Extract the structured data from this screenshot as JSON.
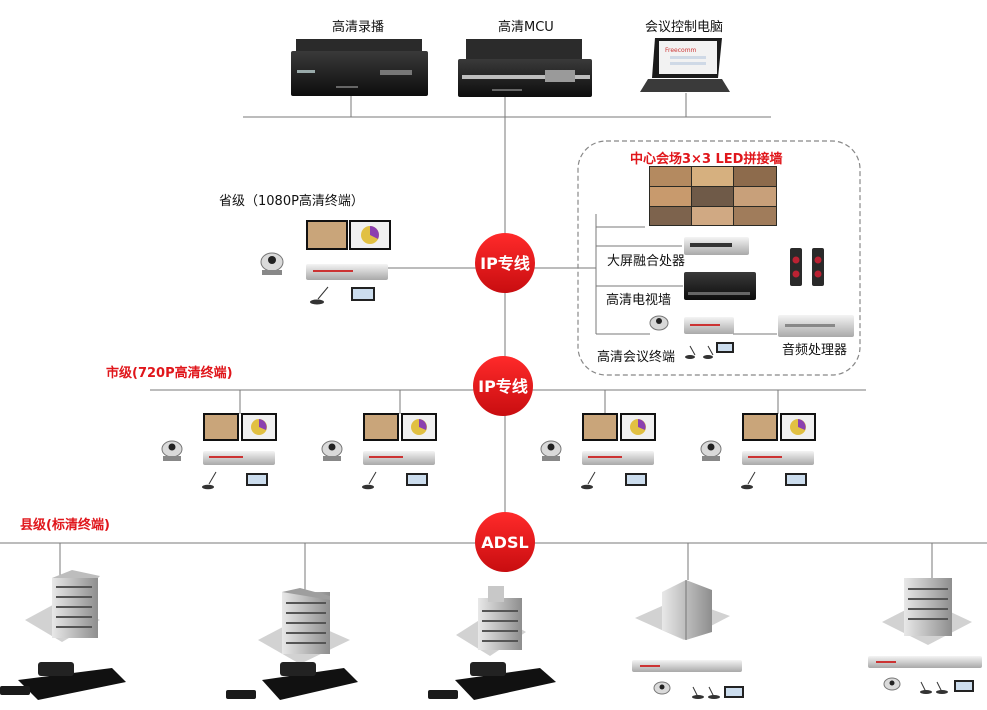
{
  "top": {
    "recorder": "高清录播",
    "mcu": "高清MCU",
    "pc": "会议控制电脑",
    "pc_screen_brand": "Freecomm"
  },
  "center": {
    "title": "中心会场3×3 LED拼接墙",
    "fusion": "大屏融合处器",
    "tv_wall": "高清电视墙",
    "hd_terminal": "高清会议终端",
    "audio": "音频处理器"
  },
  "nodes": {
    "ip1": "IP专线",
    "ip2": "IP专线",
    "adsl": "ADSL"
  },
  "levels": {
    "province": "省级（1080P高清终端）",
    "city": "市级(720P高清终端)",
    "county": "县级(标清终端)"
  },
  "colors": {
    "node_red": "#e6161b",
    "label_red": "#e0161b",
    "line": "#7a7a7a"
  }
}
